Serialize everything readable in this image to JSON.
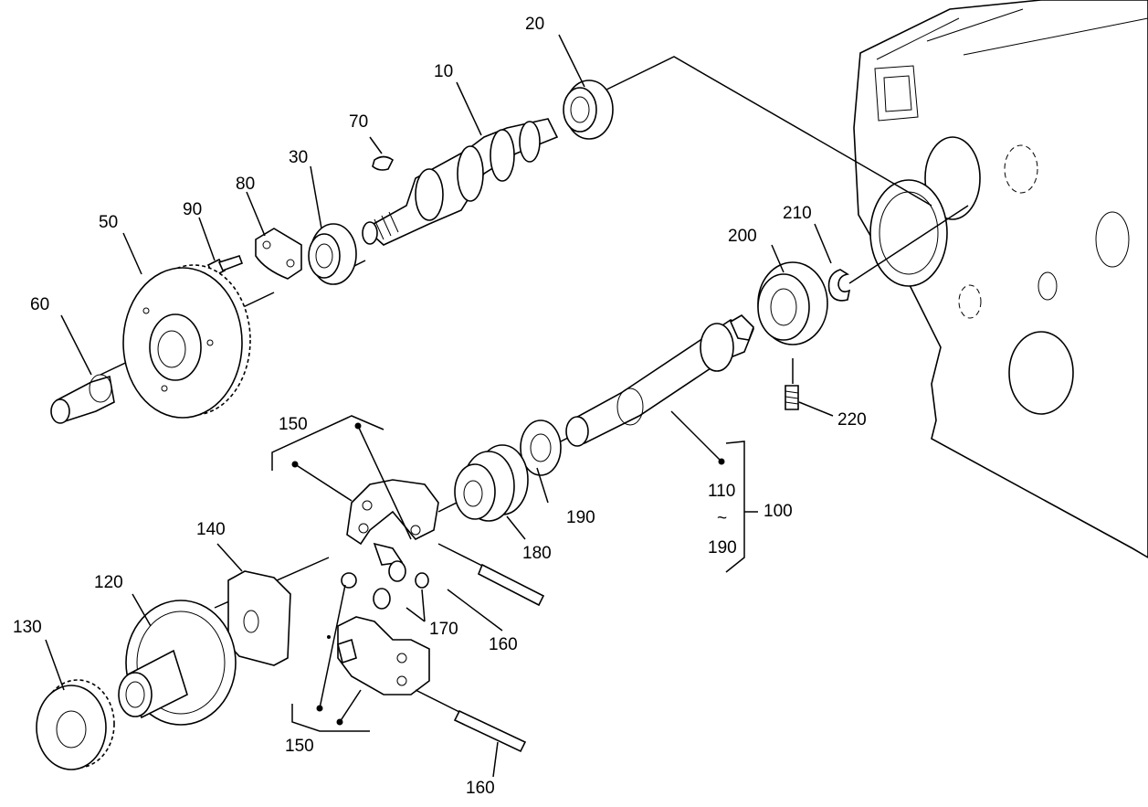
{
  "labels": {
    "l10": "10",
    "l20": "20",
    "l30": "30",
    "l50": "50",
    "l60": "60",
    "l70": "70",
    "l80": "80",
    "l90": "90",
    "l100": "100",
    "l110": "110",
    "l_tilde": "~",
    "l190_range": "190",
    "l120": "120",
    "l130": "130",
    "l140": "140",
    "l150_top": "150",
    "l150_bottom": "150",
    "l160_top": "160",
    "l160_bottom": "160",
    "l170": "170",
    "l180": "180",
    "l190": "190",
    "l200": "200",
    "l210": "210",
    "l220": "220"
  }
}
